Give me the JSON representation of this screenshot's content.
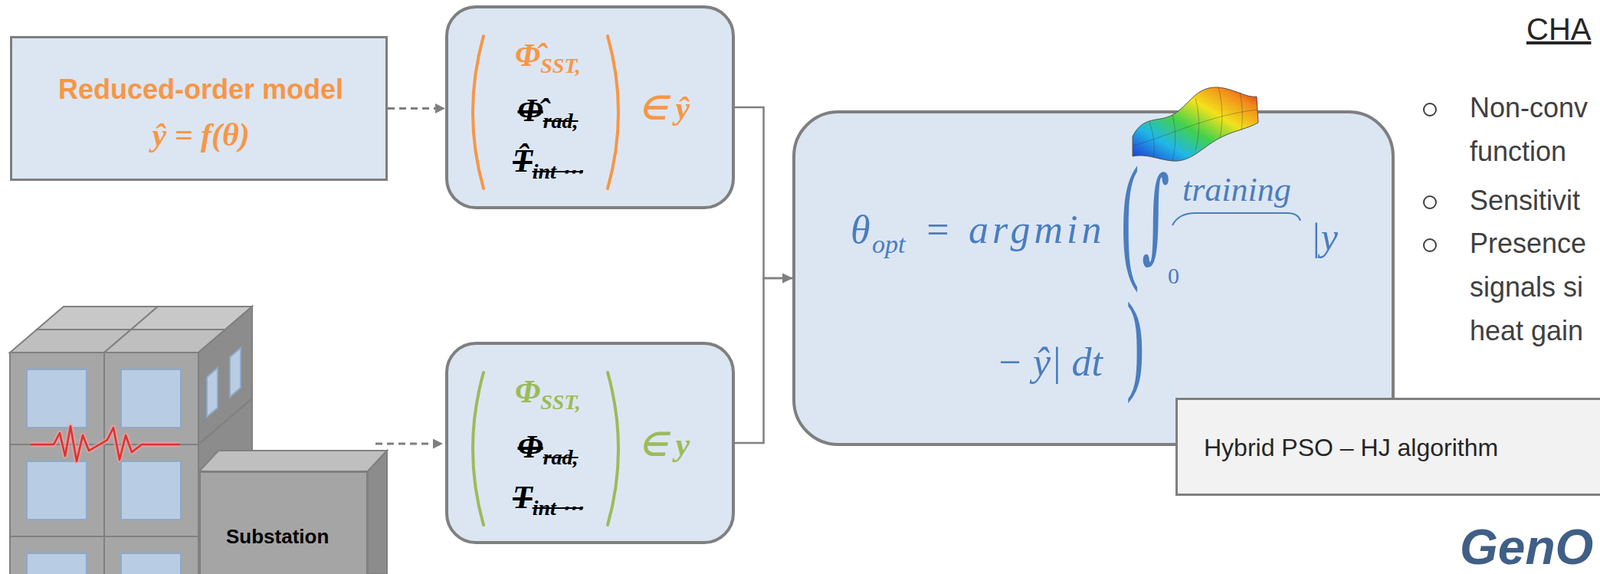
{
  "diagram": {
    "nodes": [
      {
        "text": [
          "Reduced-order model",
          "ŷ = f(θ)"
        ]
      },
      {
        "text": [
          "Φ̂",
          "SST,",
          "Φ̂",
          "rad,",
          "T̂",
          "int ⋯",
          "∈ ŷ"
        ]
      },
      {
        "text": [
          "Substation"
        ]
      },
      {
        "text": [
          "Φ",
          "SST,",
          "Φ",
          "rad,",
          "T",
          "int ⋯",
          "∈ y"
        ]
      },
      {
        "text": [
          "θ",
          "opt",
          "= argmin",
          "(",
          "∫",
          "training",
          "0",
          "|y",
          "− ŷ| dt",
          ")"
        ]
      },
      {
        "text": [
          "Hybrid PSO – HJ algorithm"
        ]
      }
    ],
    "edges": [
      {
        "from": 0,
        "to": 1,
        "arrow": "to"
      },
      {
        "from": 1,
        "to": 4,
        "arrow": "to"
      },
      {
        "from": 3,
        "to": 4,
        "arrow": "to"
      }
    ],
    "labels": [
      "CHA",
      "Non-conv function",
      "Sensitivit",
      "Presence signals si heat gain",
      "GenO"
    ]
  }
}
